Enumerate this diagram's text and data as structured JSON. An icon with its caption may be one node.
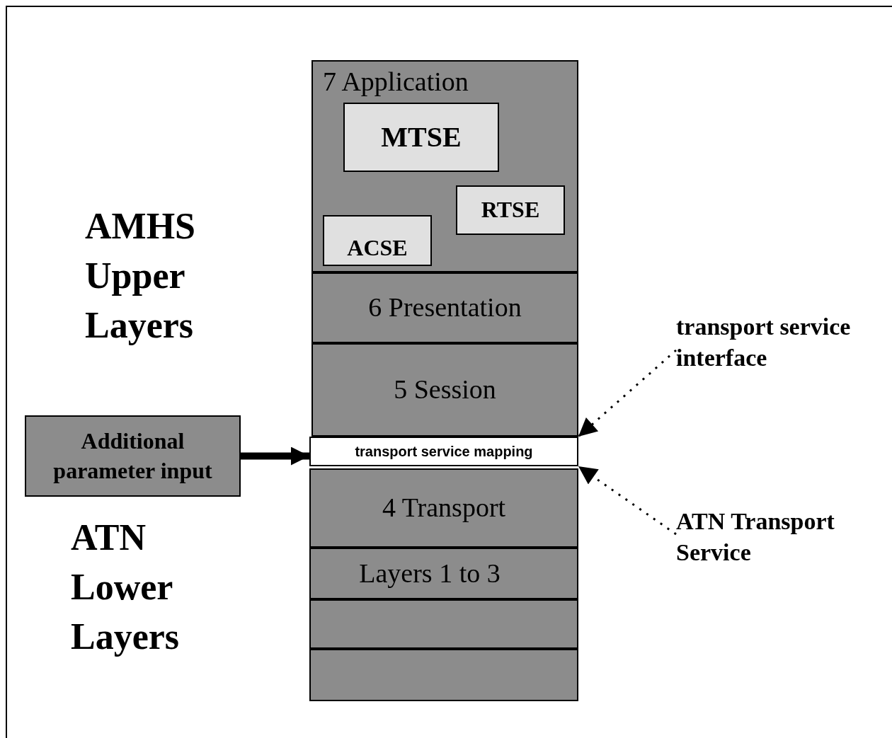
{
  "diagram": {
    "nodes": [
      {
        "text": [
          "7 Application"
        ]
      },
      {
        "text": [
          "MTSE"
        ],
        "in": 0
      },
      {
        "text": [
          "RTSE"
        ],
        "in": 0
      },
      {
        "text": [
          "ACSE"
        ],
        "in": 0
      },
      {
        "text": [
          "6 Presentation"
        ]
      },
      {
        "text": [
          "5 Session"
        ]
      },
      {
        "text": [
          "transport service mapping"
        ]
      },
      {
        "text": [
          "4 Transport"
        ]
      },
      {
        "text": [
          "Layers 1 to 3"
        ]
      },
      {
        "text": [],
        "shape": "box"
      },
      {
        "text": [],
        "shape": "box"
      },
      {
        "text": [
          "Additional parameter input"
        ]
      },
      {
        "text": [
          "transport service interface"
        ]
      },
      {
        "text": [
          "ATN Transport Service"
        ]
      }
    ],
    "edges": [
      {
        "from": 11,
        "to": 6,
        "arrow": "to",
        "style": "thick"
      },
      {
        "from": 12,
        "to": 6,
        "arrow": "to",
        "style": "dashed"
      },
      {
        "from": 13,
        "to": 6,
        "arrow": "to",
        "style": "dashed"
      }
    ],
    "labels": [
      "AMHS Upper Layers",
      "ATN Lower Layers"
    ]
  }
}
